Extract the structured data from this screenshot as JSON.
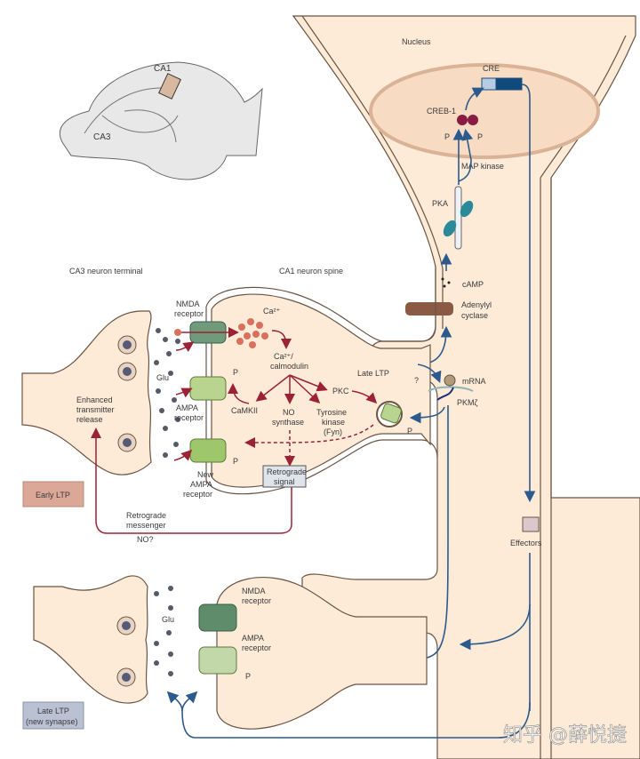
{
  "inset": {
    "ca1": "CA1",
    "ca3": "CA3"
  },
  "nucleus": {
    "title": "Nucleus",
    "cre": "CRE",
    "creb": "CREB-1",
    "p_left": "P",
    "p_right": "P",
    "map_kinase": "MAP kinase"
  },
  "dendrite": {
    "pka": "PKA",
    "camp": "cAMP",
    "adenylyl1": "Adenylyl",
    "adenylyl2": "cyclase",
    "effectors": "Effectors"
  },
  "early": {
    "ca3_title": "CA3 neuron terminal",
    "ca1_title": "CA1 neuron spine",
    "nmda1": "NMDA",
    "nmda2": "receptor",
    "ca": "Ca²⁺",
    "glu": "Glu",
    "calmod1": "Ca²⁺/",
    "calmod2": "calmodulin",
    "late_ltp": "Late LTP",
    "question": "?",
    "mrna": "mRNA",
    "pkmz": "PKMζ",
    "p": "P",
    "ampa1": "AMPA",
    "ampa2": "receptor",
    "camkii": "CaMKII",
    "no1": "NO",
    "no2": "synthase",
    "tyr1": "Tyrosine",
    "tyr2": "kinase",
    "tyr3": "(Fyn)",
    "pkc": "PKC",
    "enh1": "Enhanced",
    "enh2": "transmitter",
    "enh3": "release",
    "new1": "New",
    "new2": "AMPA",
    "new3": "receptor",
    "retro_signal1": "Retrograde",
    "retro_signal2": "signal",
    "retro_msg1": "Retrograde",
    "retro_msg2": "messenger",
    "no_q": "NO?",
    "badge": "Early LTP"
  },
  "late": {
    "glu": "Glu",
    "nmda1": "NMDA",
    "nmda2": "receptor",
    "ampa1": "AMPA",
    "ampa2": "receptor",
    "p": "P",
    "badge1": "Late LTP",
    "badge2": "(new synapse)"
  },
  "watermark": "知乎 @薛悦捷",
  "colors": {
    "cytoplasm": "#fdebd8",
    "membrane": "#6b5444",
    "signal_blue": "#2c5a8c",
    "signal_red": "#9b2335",
    "early_badge": "#dba898",
    "late_badge": "#b9c1d3"
  }
}
